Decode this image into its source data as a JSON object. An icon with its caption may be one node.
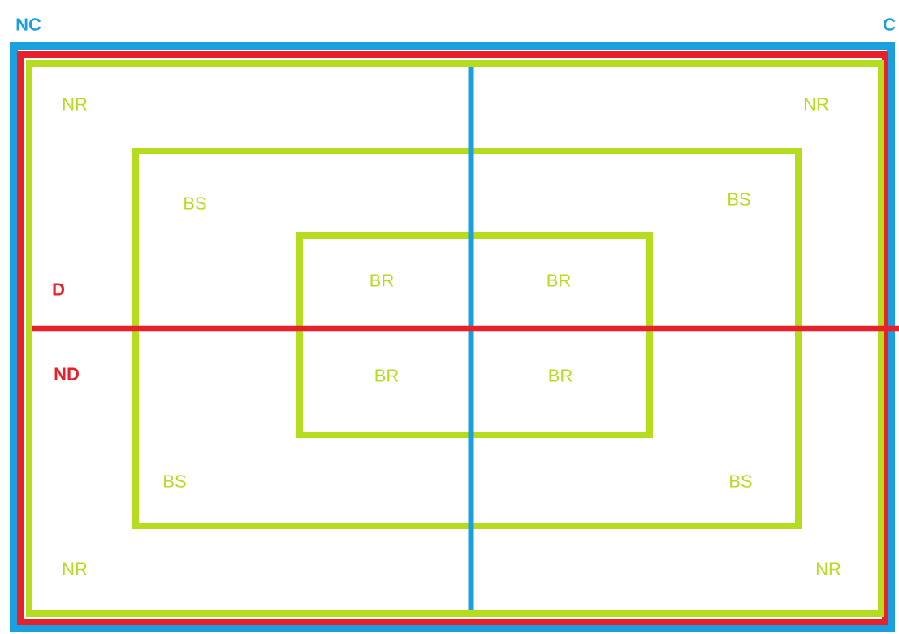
{
  "diagram": {
    "nodes": [
      {
        "text": [
          "NC",
          "C"
        ]
      },
      {
        "text": [],
        "shape": "box",
        "in": 0
      },
      {
        "text": [
          "NR",
          "NR",
          "NR",
          "NR"
        ],
        "in": 1
      },
      {
        "text": [
          "BS",
          "BS",
          "BS",
          "BS"
        ],
        "in": 2
      },
      {
        "text": [
          "BR",
          "BR",
          "BR",
          "BR"
        ],
        "in": 3
      }
    ],
    "labels": [
      "D",
      "ND"
    ]
  }
}
